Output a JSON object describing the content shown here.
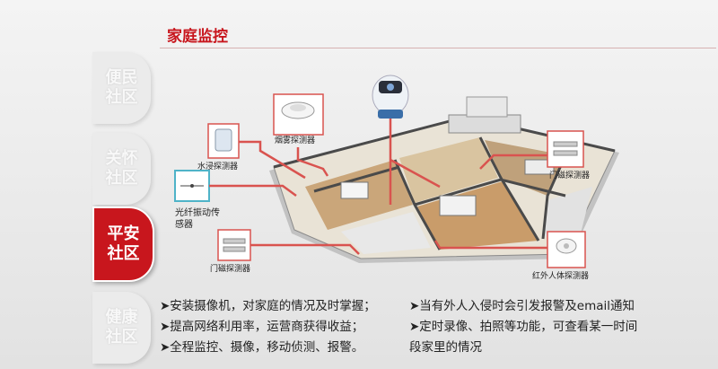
{
  "header": {
    "title": "家庭监控"
  },
  "tabs": [
    {
      "line1": "便民",
      "line2": "社区"
    },
    {
      "line1": "关怀",
      "line2": "社区"
    },
    {
      "line1": "平安",
      "line2": "社区"
    },
    {
      "line1": "健康",
      "line2": "社区"
    }
  ],
  "diagram": {
    "labels": {
      "smoke": "烟雾探测器",
      "water": "水浸探测器",
      "fiber_line1": "光纤振动传",
      "fiber_line2": "感器",
      "door_right": "门磁探测器",
      "door_left": "门磁探测器",
      "infrared": "红外人体探测器"
    }
  },
  "bullets": {
    "left": [
      "➤安装摄像机，对家庭的情况及时掌握；",
      "➤提高网络利用率，运营商获得收益；",
      "➤全程监控、摄像，移动侦测、报警。"
    ],
    "right": [
      "➤当有外人入侵时会引发报警及email通知",
      "➤定时录像、拍照等功能，可查看某一时间",
      "段家里的情况"
    ]
  },
  "colors": {
    "accent": "#c8161d",
    "line": "#d9534f"
  }
}
